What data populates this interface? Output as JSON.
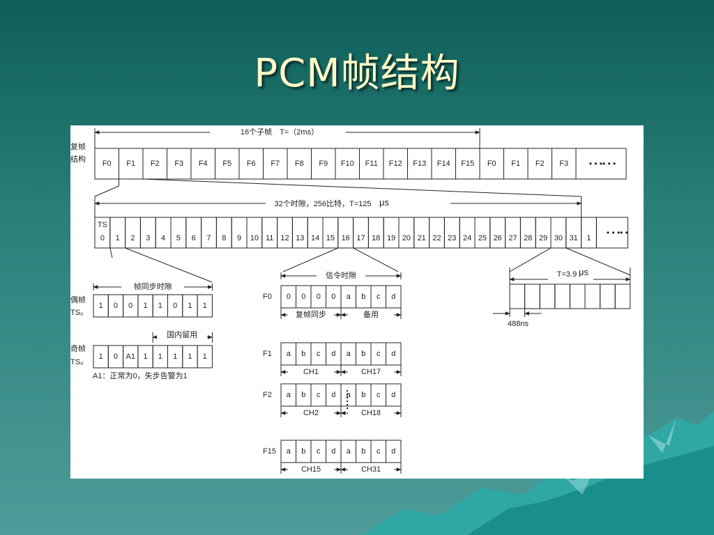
{
  "slide": {
    "title": "PCM帧结构"
  },
  "diagram": {
    "multiframe": {
      "row_label_line1": "复帧",
      "row_label_line2": "结构",
      "span_label": "16个子帧　T=（2ms）",
      "frames": [
        "F0",
        "F1",
        "F2",
        "F3",
        "F4",
        "F5",
        "F6",
        "F7",
        "F8",
        "F9",
        "F10",
        "F11",
        "F12",
        "F13",
        "F14",
        "F15",
        "F0",
        "F1",
        "F2",
        "F3"
      ],
      "ellipsis": "• • •• • •"
    },
    "frame": {
      "span_label": "32个时隙，256比特，T=125",
      "span_unit": "μs",
      "ts_prefix": "TS",
      "slots": [
        "0",
        "1",
        "2",
        "3",
        "4",
        "5",
        "6",
        "7",
        "8",
        "9",
        "10",
        "11",
        "12",
        "13",
        "14",
        "15",
        "16",
        "17",
        "18",
        "19",
        "20",
        "21",
        "22",
        "23",
        "24",
        "25",
        "26",
        "27",
        "28",
        "29",
        "30",
        "31",
        "1"
      ],
      "ellipsis": "• • •• •"
    },
    "even_frame": {
      "label_line1": "偶帧",
      "label_line2": "TS₀",
      "span_label": "帧同步时隙",
      "bits": [
        "1",
        "0",
        "0",
        "1",
        "1",
        "0",
        "1",
        "1"
      ]
    },
    "odd_frame": {
      "label_line1": "奇帧",
      "label_line2": "TS₀",
      "span_label": "国内留用",
      "bits": [
        "1",
        "0",
        "A1",
        "1",
        "1",
        "1",
        "1",
        "1"
      ],
      "note": "A1：正常为0，失步告警为1"
    },
    "signaling": {
      "span_label": "信令时隙",
      "rows": [
        {
          "frame": "F0",
          "bits": [
            "0",
            "0",
            "0",
            "0",
            "a",
            "b",
            "c",
            "d"
          ],
          "left": "复帧同步",
          "right": "备用"
        },
        {
          "frame": "F1",
          "bits": [
            "a",
            "b",
            "c",
            "d",
            "a",
            "b",
            "c",
            "d"
          ],
          "left": "CH1",
          "right": "CH17"
        },
        {
          "frame": "F2",
          "bits": [
            "a",
            "b",
            "c",
            "d",
            "a",
            "b",
            "c",
            "d"
          ],
          "left": "CH2",
          "right": "CH18"
        },
        {
          "frame": "F15",
          "bits": [
            "a",
            "b",
            "c",
            "d",
            "a",
            "b",
            "c",
            "d"
          ],
          "left": "CH15",
          "right": "CH31"
        }
      ]
    },
    "slot_detail": {
      "span_label": "T=3.9",
      "span_unit": "μs",
      "bit_time": "488ns"
    }
  },
  "colors": {
    "title": "#fff9c8",
    "background_top": "#0e5e58",
    "background_bottom": "#4e9c99",
    "panel": "#ffffff",
    "line": "#222222"
  }
}
